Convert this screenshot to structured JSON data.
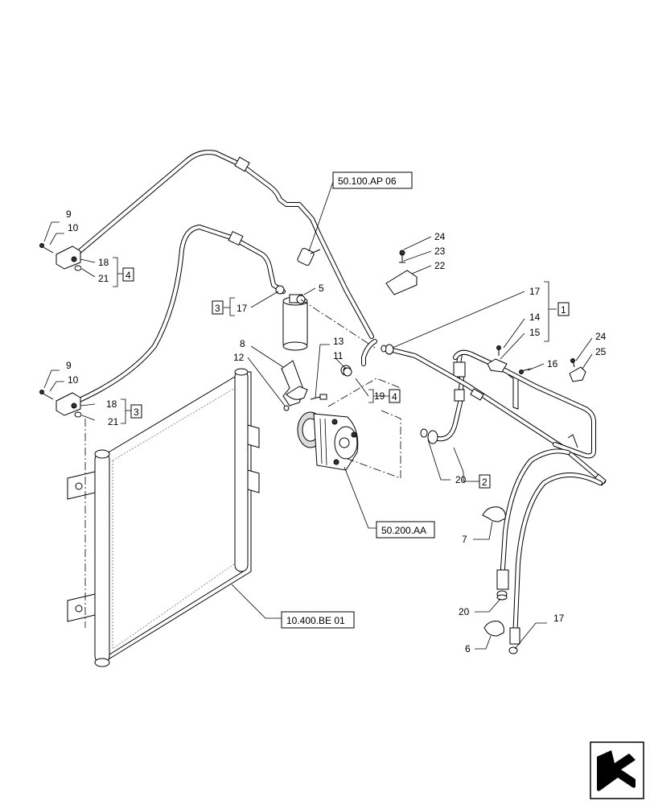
{
  "references": {
    "ref_ap06": "50.100.AP 06",
    "ref_aa": "50.200.AA",
    "ref_be01": "10.400.BE 01"
  },
  "callouts": {
    "c9a": "9",
    "c10a": "10",
    "c18a": "18",
    "c21a": "21",
    "g4a": "4",
    "c9b": "9",
    "c10b": "10",
    "c18b": "18",
    "c21b": "21",
    "g3b": "3",
    "g3c": "3",
    "c17c": "17",
    "c5": "5",
    "c8": "8",
    "c12": "12",
    "c13": "13",
    "c11": "11",
    "c19": "19",
    "g4d": "4",
    "c24a": "24",
    "c23": "23",
    "c22": "22",
    "c17e": "17",
    "g1": "1",
    "c14": "14",
    "c15": "15",
    "c16": "16",
    "c24b": "24",
    "c25": "25",
    "c20a": "20",
    "g2": "2",
    "c7": "7",
    "c20b": "20",
    "c17f": "17",
    "c6": "6"
  }
}
